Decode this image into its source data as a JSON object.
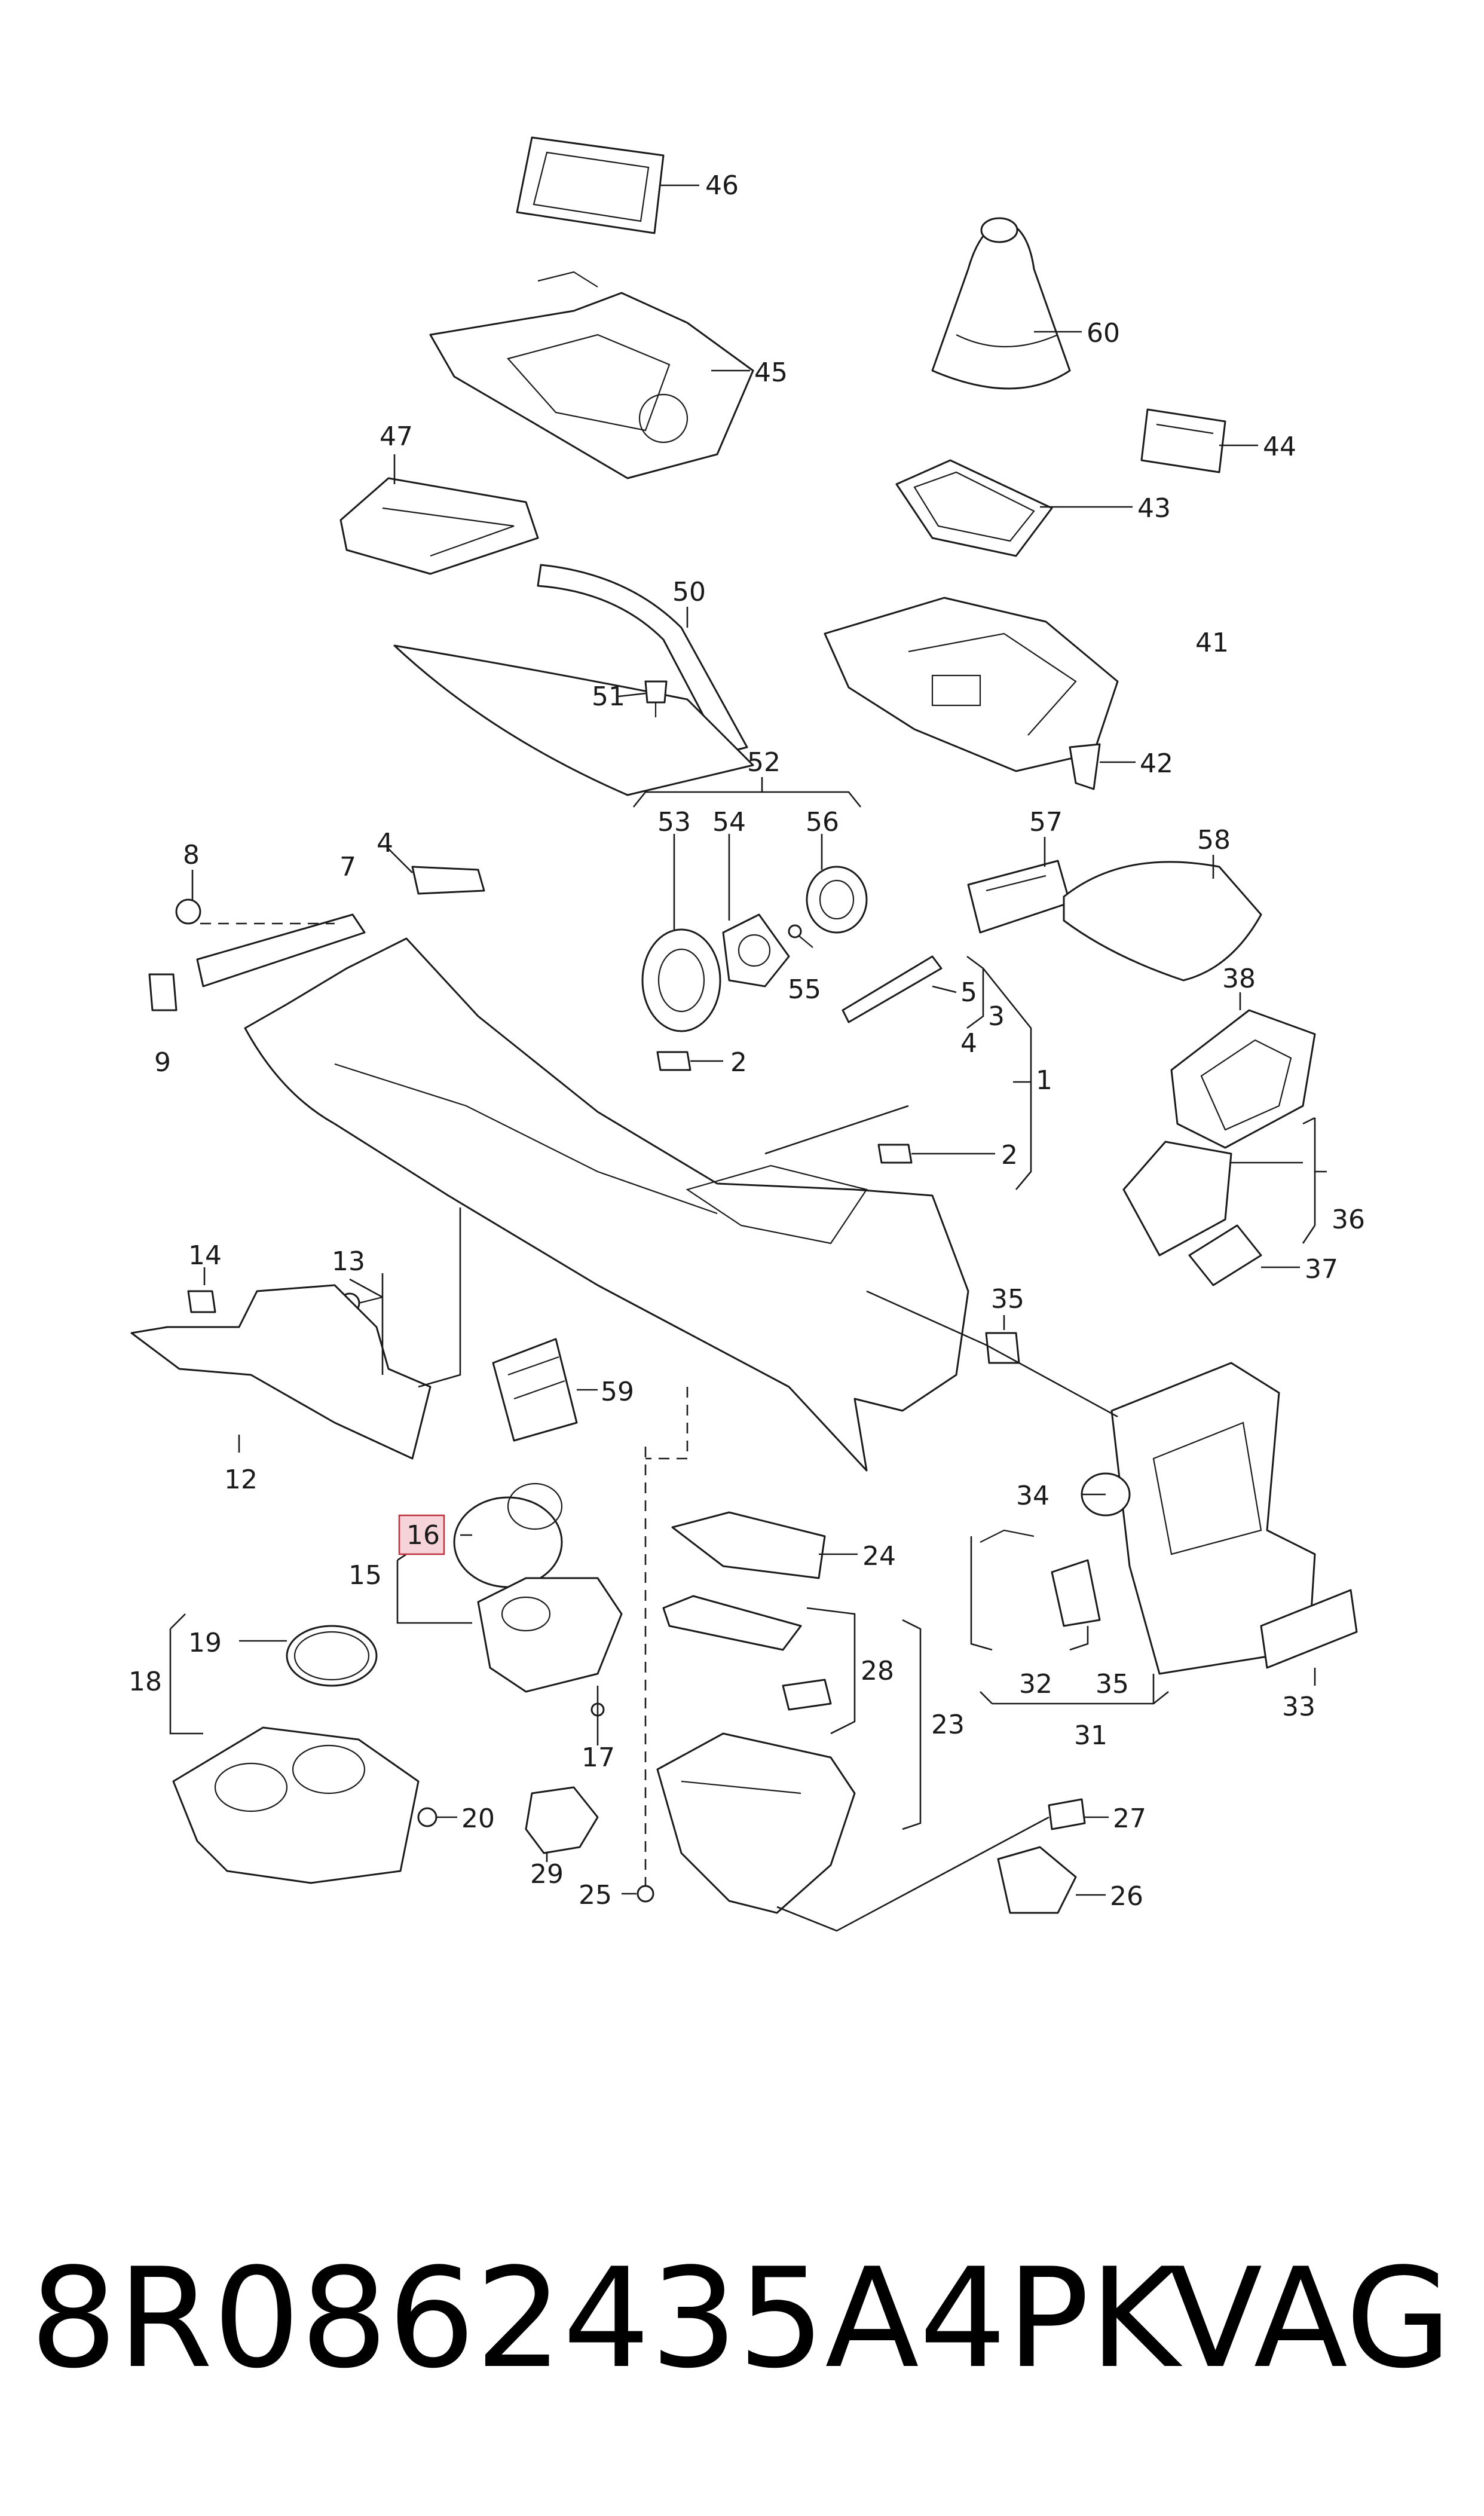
{
  "callouts": [
    {
      "id": "46",
      "label": "46"
    },
    {
      "id": "45",
      "label": "45"
    },
    {
      "id": "60",
      "label": "60"
    },
    {
      "id": "47",
      "label": "47"
    },
    {
      "id": "44",
      "label": "44"
    },
    {
      "id": "43",
      "label": "43"
    },
    {
      "id": "50",
      "label": "50"
    },
    {
      "id": "41",
      "label": "41"
    },
    {
      "id": "51",
      "label": "51"
    },
    {
      "id": "42",
      "label": "42"
    },
    {
      "id": "52",
      "label": "52"
    },
    {
      "id": "53",
      "label": "53"
    },
    {
      "id": "54",
      "label": "54"
    },
    {
      "id": "56",
      "label": "56"
    },
    {
      "id": "57",
      "label": "57"
    },
    {
      "id": "58",
      "label": "58"
    },
    {
      "id": "8",
      "label": "8"
    },
    {
      "id": "4a",
      "label": "4"
    },
    {
      "id": "7",
      "label": "7"
    },
    {
      "id": "55",
      "label": "55"
    },
    {
      "id": "5",
      "label": "5"
    },
    {
      "id": "3",
      "label": "3"
    },
    {
      "id": "4b",
      "label": "4"
    },
    {
      "id": "9",
      "label": "9"
    },
    {
      "id": "2a",
      "label": "2"
    },
    {
      "id": "1",
      "label": "1"
    },
    {
      "id": "38",
      "label": "38"
    },
    {
      "id": "2b",
      "label": "2"
    },
    {
      "id": "36",
      "label": "36"
    },
    {
      "id": "14",
      "label": "14"
    },
    {
      "id": "13",
      "label": "13"
    },
    {
      "id": "37",
      "label": "37"
    },
    {
      "id": "35a",
      "label": "35"
    },
    {
      "id": "59",
      "label": "59"
    },
    {
      "id": "12",
      "label": "12"
    },
    {
      "id": "34",
      "label": "34"
    },
    {
      "id": "16",
      "label": "16"
    },
    {
      "id": "24",
      "label": "24"
    },
    {
      "id": "15",
      "label": "15"
    },
    {
      "id": "19",
      "label": "19"
    },
    {
      "id": "28",
      "label": "28"
    },
    {
      "id": "18",
      "label": "18"
    },
    {
      "id": "32",
      "label": "32"
    },
    {
      "id": "35b",
      "label": "35"
    },
    {
      "id": "33",
      "label": "33"
    },
    {
      "id": "17",
      "label": "17"
    },
    {
      "id": "23",
      "label": "23"
    },
    {
      "id": "31",
      "label": "31"
    },
    {
      "id": "20",
      "label": "20"
    },
    {
      "id": "27",
      "label": "27"
    },
    {
      "id": "29",
      "label": "29"
    },
    {
      "id": "25",
      "label": "25"
    },
    {
      "id": "26",
      "label": "26"
    }
  ],
  "highlight_color": "#f6d3d8",
  "footer": {
    "part_number": "8R0862435A4PK",
    "brand": "VAG"
  }
}
